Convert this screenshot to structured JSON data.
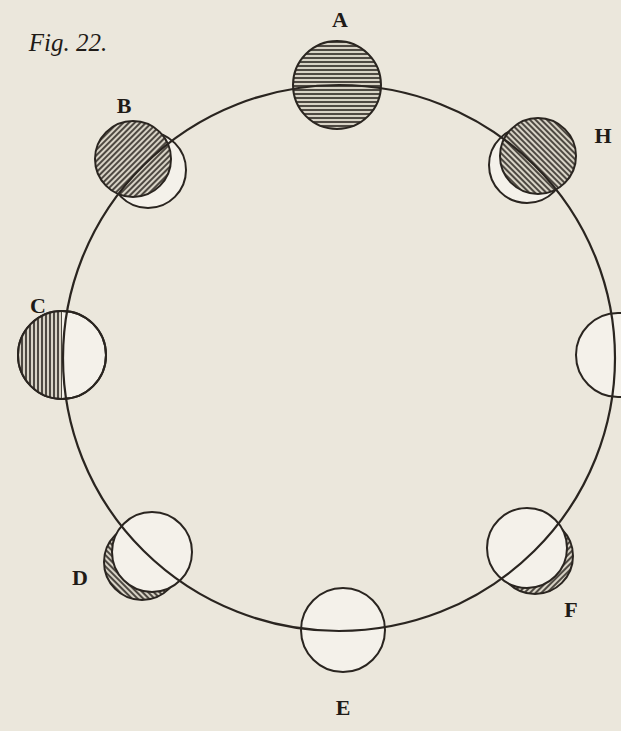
{
  "diagram": {
    "labels": [
      "Fig. 22.",
      "A",
      "B",
      "C",
      "D",
      "E",
      "F",
      "H"
    ]
  }
}
